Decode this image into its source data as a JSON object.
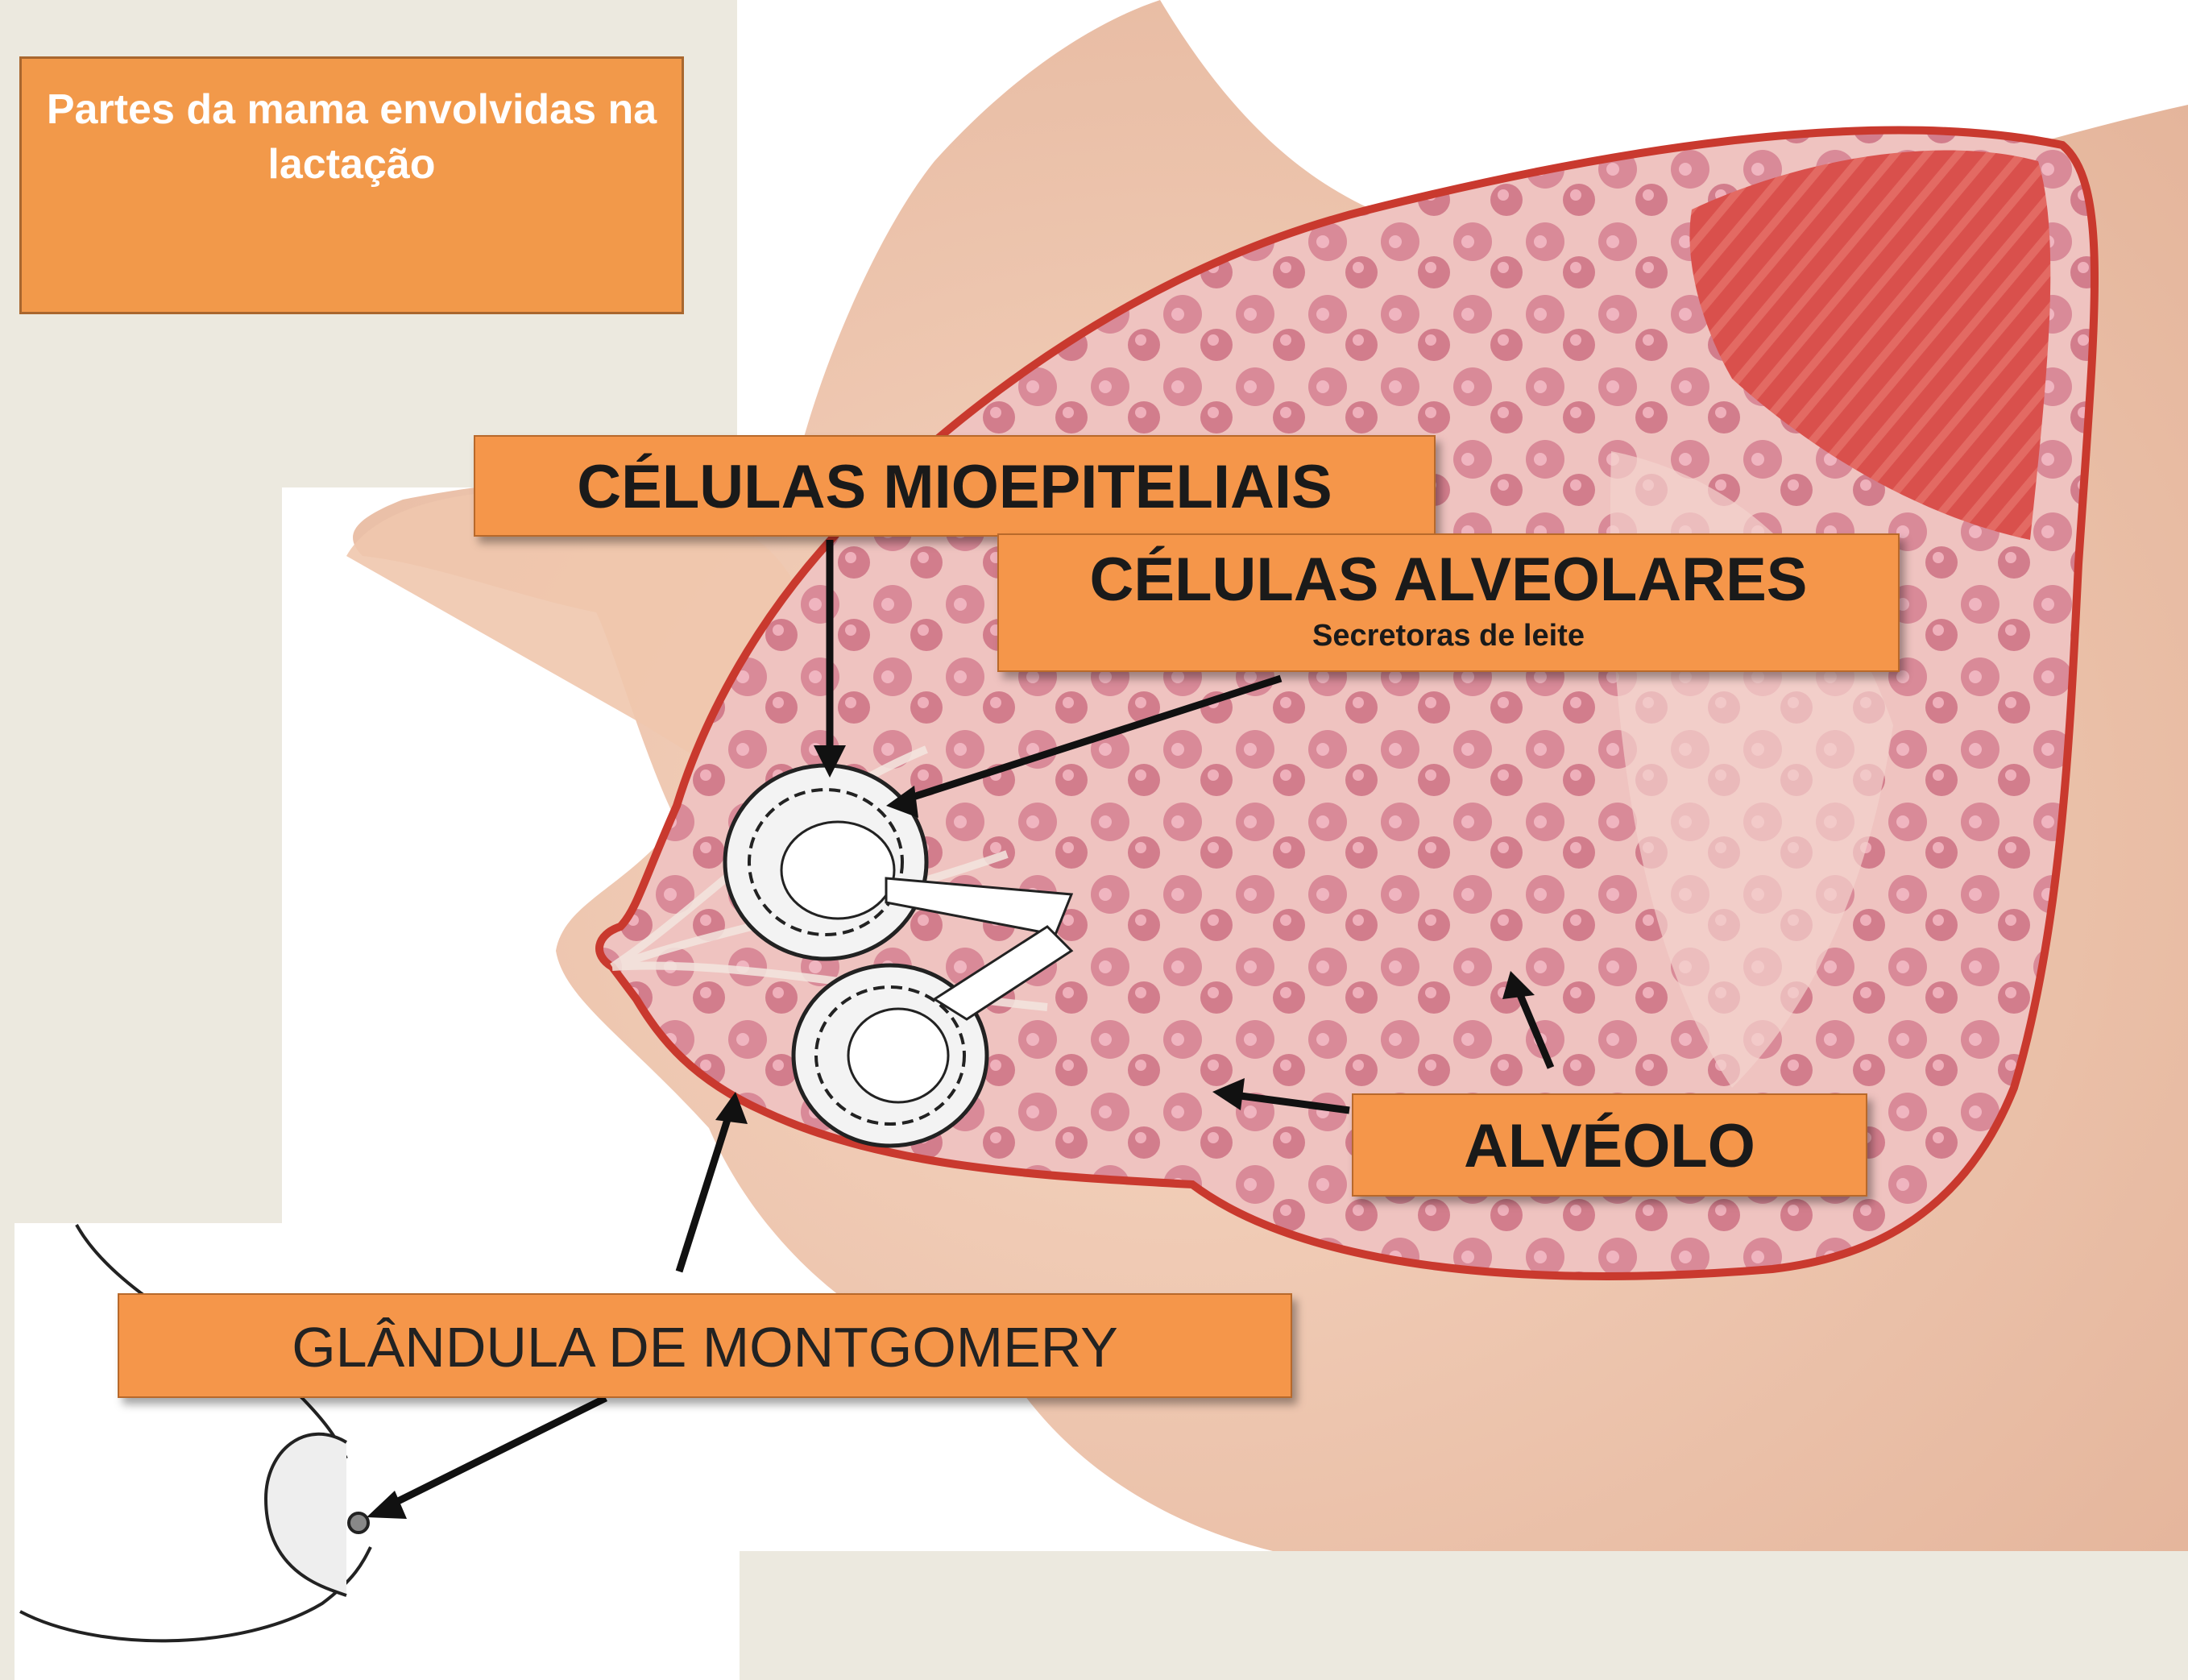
{
  "title": "Partes da mama envolvidas na lactação",
  "labels": {
    "mioepiteliais": "CÉLULAS MIOEPITELIAIS",
    "alveolares": "CÉLULAS ALVEOLARES",
    "alveolares_sub": "Secretoras de leite",
    "alveolo": "ALVÉOLO",
    "montgomery": "GLÂNDULA DE MONTGOMERY"
  },
  "colors": {
    "background": "#ece9df",
    "label_fill": "#f5964a",
    "skin": "#f1c9b0",
    "tissue": "#ecb9b9",
    "lobules": "#d98595",
    "muscle": "#d9504c",
    "capsule": "#c9392e"
  }
}
